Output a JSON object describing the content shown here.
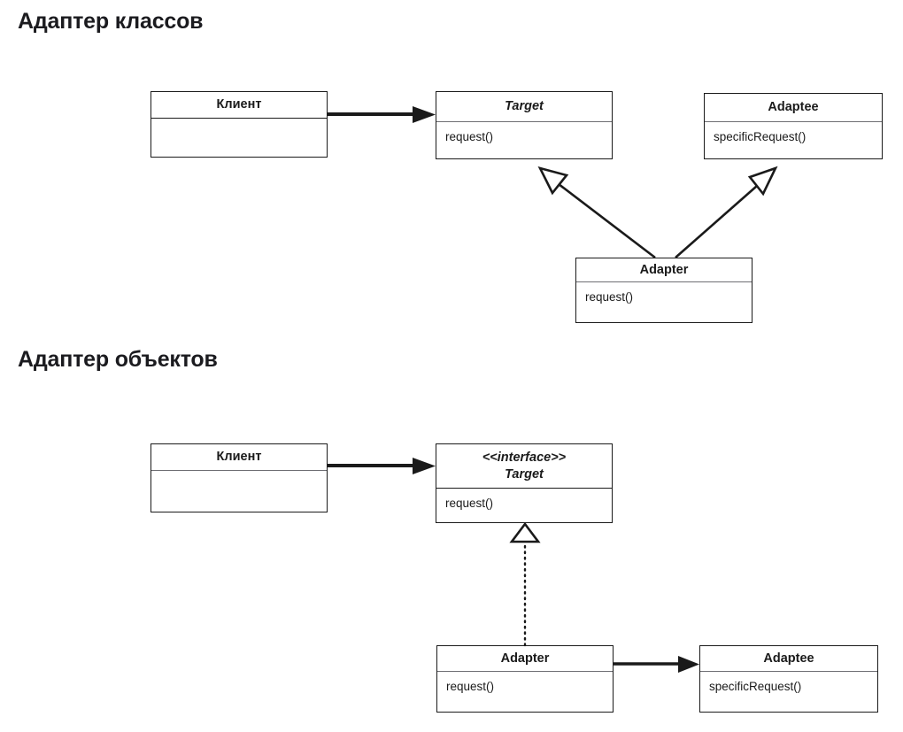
{
  "page": {
    "title_class_adapter": "Адаптер классов",
    "title_object_adapter": "Адаптер объектов",
    "background": "#ffffff",
    "line_color": "#1a1a1a"
  },
  "class_adapter": {
    "heading": "Адаптер классов",
    "boxes": {
      "client": {
        "name": "Клиент",
        "members": ""
      },
      "target": {
        "name": "Target",
        "members": "request()",
        "italic": true
      },
      "adaptee": {
        "name": "Adaptee",
        "members": "specificRequest()",
        "italic": false
      },
      "adapter": {
        "name": "Adapter",
        "members": "request()",
        "italic": false
      }
    },
    "relations": [
      {
        "kind": "association",
        "from": "client",
        "to": "target",
        "style": "solid",
        "arrow": "filled-triangle"
      },
      {
        "kind": "generalization",
        "from": "adapter",
        "to": "target",
        "style": "solid",
        "arrow": "hollow-triangle"
      },
      {
        "kind": "generalization",
        "from": "adapter",
        "to": "adaptee",
        "style": "solid",
        "arrow": "hollow-triangle"
      }
    ]
  },
  "object_adapter": {
    "heading": "Адаптер объектов",
    "boxes": {
      "client": {
        "name": "Клиент",
        "members": ""
      },
      "target": {
        "stereotype": "<<interface>>",
        "name": "Target",
        "members": "request()",
        "italic": true
      },
      "adapter": {
        "name": "Adapter",
        "members": "request()",
        "italic": false
      },
      "adaptee": {
        "name": "Adaptee",
        "members": "specificRequest()",
        "italic": false
      }
    },
    "relations": [
      {
        "kind": "association",
        "from": "client",
        "to": "target",
        "style": "solid",
        "arrow": "filled-triangle"
      },
      {
        "kind": "realization",
        "from": "adapter",
        "to": "target",
        "style": "dotted",
        "arrow": "hollow-triangle"
      },
      {
        "kind": "association",
        "from": "adapter",
        "to": "adaptee",
        "style": "solid",
        "arrow": "filled-triangle"
      }
    ]
  }
}
